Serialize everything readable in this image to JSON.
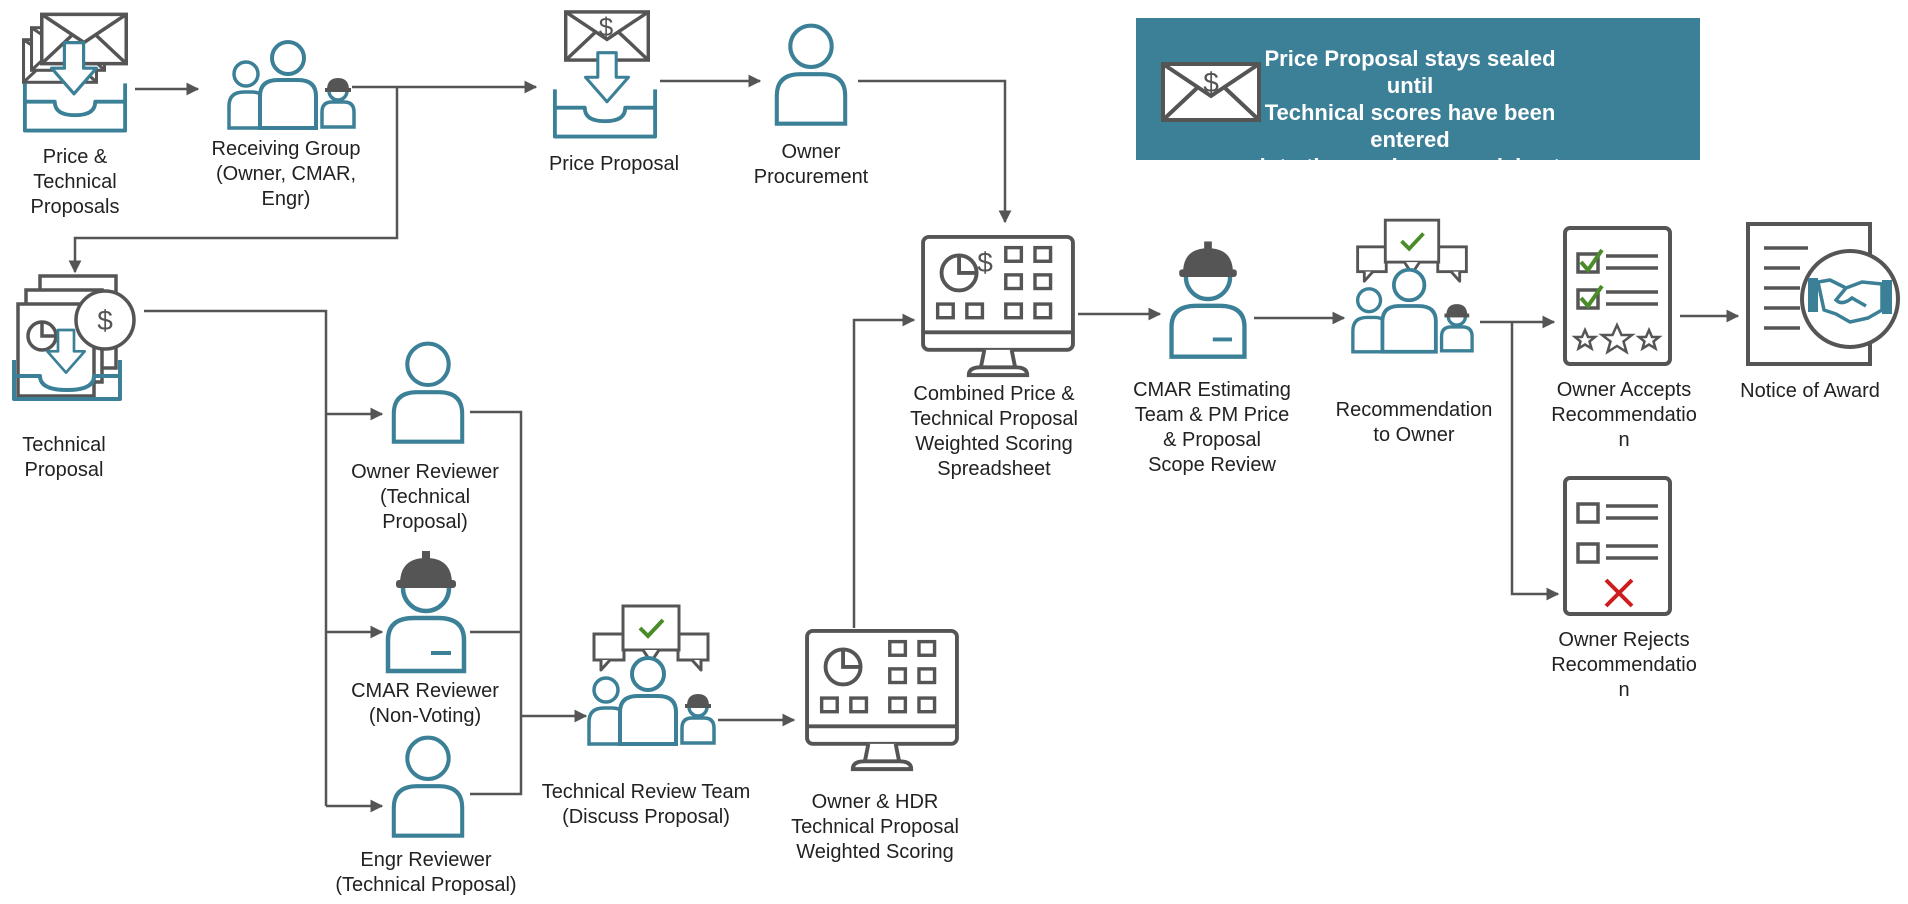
{
  "colors": {
    "teal": "#3b8097",
    "gray": "#555555",
    "check": "#4a8c2a",
    "cross": "#cc1e1e",
    "text": "#222222",
    "callout_text": "#ffffff"
  },
  "callout": {
    "text": "Price Proposal stays sealed until\nTechnical scores have been entered\ninto the scoring spreadsheet",
    "icon": "sealed-envelope-dollar-icon"
  },
  "nodes": {
    "proposals": {
      "label": "Price &\nTechnical\nProposals",
      "icon": "envelopes-inbox-icon"
    },
    "receiving_group": {
      "label": "Receiving Group\n(Owner, CMAR,\nEngr)",
      "icon": "group-icon"
    },
    "price_proposal": {
      "label": "Price Proposal",
      "icon": "envelope-dollar-inbox-icon"
    },
    "owner_procurement": {
      "label": "Owner\nProcurement",
      "icon": "person-icon"
    },
    "technical_proposal": {
      "label": "Technical\nProposal",
      "icon": "document-inbox-icon"
    },
    "owner_reviewer": {
      "label": "Owner Reviewer\n(Technical\nProposal)",
      "icon": "person-icon"
    },
    "cmar_reviewer": {
      "label": "CMAR Reviewer\n(Non-Voting)",
      "icon": "hardhat-worker-icon"
    },
    "engr_reviewer": {
      "label": "Engr Reviewer\n(Technical Proposal)",
      "icon": "person-icon"
    },
    "technical_review_team": {
      "label": "Technical Review Team\n(Discuss Proposal)",
      "icon": "team-discussion-icon"
    },
    "owner_hdr_scoring": {
      "label": "Owner & HDR\nTechnical Proposal\nWeighted Scoring",
      "icon": "monitor-spreadsheet-icon"
    },
    "combined_scoring": {
      "label": "Combined Price &\nTechnical Proposal\nWeighted Scoring\nSpreadsheet",
      "icon": "monitor-spreadsheet-dollar-icon"
    },
    "cmar_estimating": {
      "label": "CMAR Estimating\nTeam & PM Price\n& Proposal\nScope Review",
      "icon": "hardhat-worker-icon"
    },
    "recommendation": {
      "label": "Recommendation\nto Owner",
      "icon": "team-discussion-icon"
    },
    "owner_accepts": {
      "label": "Owner Accepts\nRecommendatio\nn",
      "icon": "checklist-stars-icon"
    },
    "owner_rejects": {
      "label": "Owner Rejects\nRecommendatio\nn",
      "icon": "checklist-reject-icon"
    },
    "notice_of_award": {
      "label": "Notice of Award",
      "icon": "handshake-document-icon"
    }
  }
}
